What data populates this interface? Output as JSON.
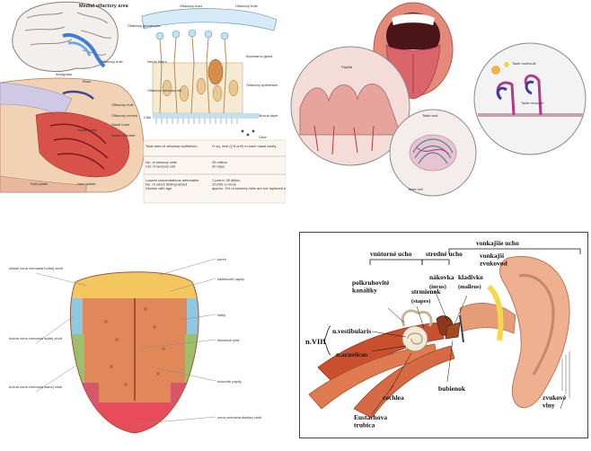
{
  "smell": {
    "title": "Medial olfactory area",
    "labels": {
      "amygdala": "Amygdala",
      "olfactory_bulb_top": "Olfactory bulb",
      "olfactory_tract": "Olfactory tract",
      "olfactory_bulb_right": "Olfactory bulb",
      "olfactory_glomerulus": "Olfactory glomerulus",
      "nerve_fibers": "Nerve fibers",
      "bowmans_gland": "Bowman's gland",
      "olfactory_sensory_cell": "Olfactory sensory cell",
      "olfactory_epithelium": "Olfactory epithelium",
      "cilia": "Cilia",
      "mucus_layer": "Mucus layer",
      "odor": "Odor",
      "brain": "Brain",
      "olfactory_bulb_mid": "Olfactory bulb",
      "olfactory_nerves": "Olfactory nerves",
      "nasal_bone": "Nasal bone",
      "nasal_conchae": "Nasal conchae",
      "nasal_cavity": "Nasal cavity",
      "soft_palate": "Soft palate",
      "hard_palate": "Hard palate"
    },
    "table": [
      {
        "label": "Total area of olfactory epithelium",
        "value": "½ sq. inch (2.5 cm²) in each nasal cavity"
      },
      {
        "label": "No. of sensory cells\nLife of sensory cell",
        "value": "25 million\n30 days"
      },
      {
        "label": "Lowest concentrations detectable\nNo. of odors distinguished\nDecline with age",
        "value": "1 part in 30 billion\n10,000 or more\napprox. 1% of sensory cells are not replaced each year"
      }
    ]
  },
  "taste_detail": {
    "labels": {
      "papilla": "Papilla",
      "taste_bud": "Taste bud",
      "receptor": "Taste receptor",
      "taste_molecule": "Taste molecule",
      "taste_cell": "Taste cell"
    }
  },
  "tongue": {
    "labels": {
      "left_top": "oblasť zóna vnímania horkej chuti",
      "left_middle": "bočná zóna vnímania kyslej chuti",
      "left_bottom": "bočná zóna vnímania slanej chuti",
      "right_1": "koreň",
      "right_2": "kališkovité papily",
      "right_3": "lístky",
      "right_4": "stredová ryha",
      "right_5": "hubovité papily",
      "right_bottom": "zóna vnímania sladkej chuti"
    }
  },
  "ear": {
    "labels": {
      "vonkajsie_ucho": "vonkajšie ucho",
      "vnutorne_ucho": "vnútorné ucho",
      "stredne_ucho": "stredné ucho",
      "strmienok": "strmienok",
      "stapes": "(stapes)",
      "nakovka": "nákovka",
      "incus": "(incus)",
      "kladivko": "kladivko",
      "malleus": "(malleus)",
      "vonkajsi_zvukovod": "vonkajší\nzvukovod",
      "polkruhovite_kanaliky": "polkruhovité\nkanáliky",
      "nviii": "n.VIII",
      "n_vestibularis": "n.vestibularis",
      "n_acusticus": "n.acusticus",
      "cochlea": "cochlea",
      "bubienok": "bubienok",
      "eustachova_trubica": "Eustachova\ntrubica",
      "zvukove_vlny": "zvukové\nvlny"
    }
  }
}
